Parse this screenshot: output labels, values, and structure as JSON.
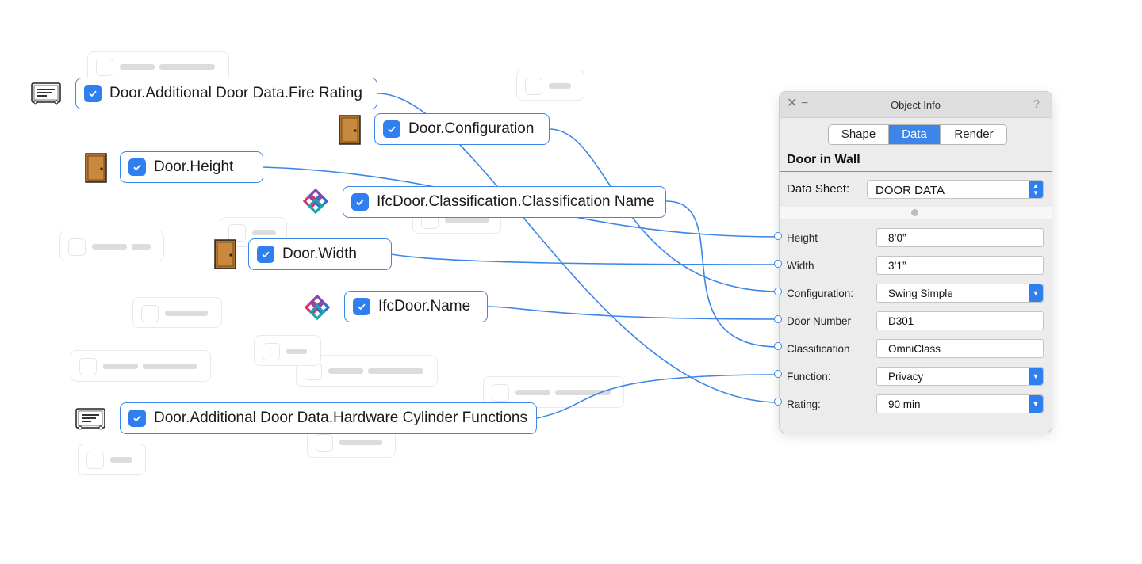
{
  "nodes": {
    "fire_rating": "Door.Additional Door Data.Fire Rating",
    "configuration": "Door.Configuration",
    "height": "Door.Height",
    "classification_name": "IfcDoor.Classification.Classification Name",
    "width": "Door.Width",
    "ifc_name": "IfcDoor.Name",
    "hardware": "Door.Additional Door Data.Hardware Cylinder Functions"
  },
  "node_icons": {
    "fire_rating": "record-format-icon",
    "configuration": "door-icon",
    "height": "door-icon",
    "classification_name": "ifc-logo-icon",
    "width": "door-icon",
    "ifc_name": "ifc-logo-icon",
    "hardware": "record-format-icon"
  },
  "panel": {
    "title": "Object Info",
    "close": "✕",
    "minimize": "−",
    "help": "?",
    "tabs": [
      "Shape",
      "Data",
      "Render"
    ],
    "active_tab": "Data",
    "object_name": "Door in Wall",
    "data_sheet_label": "Data Sheet:",
    "data_sheet_value": "DOOR DATA",
    "fields": [
      {
        "label": "Height",
        "value": "8’0”",
        "dropdown": false
      },
      {
        "label": "Width",
        "value": "3’1”",
        "dropdown": false
      },
      {
        "label": "Configuration:",
        "value": "Swing Simple",
        "dropdown": true
      },
      {
        "label": "Door Number",
        "value": "D301",
        "dropdown": false
      },
      {
        "label": "Classification",
        "value": "OmniClass",
        "dropdown": false
      },
      {
        "label": "Function:",
        "value": "Privacy",
        "dropdown": true
      },
      {
        "label": "Rating:",
        "value": "90 min",
        "dropdown": true
      }
    ]
  },
  "colors": {
    "accent": "#2f7ff0",
    "connector": "#3b86e8",
    "ghost_border": "#e9e9e9"
  }
}
